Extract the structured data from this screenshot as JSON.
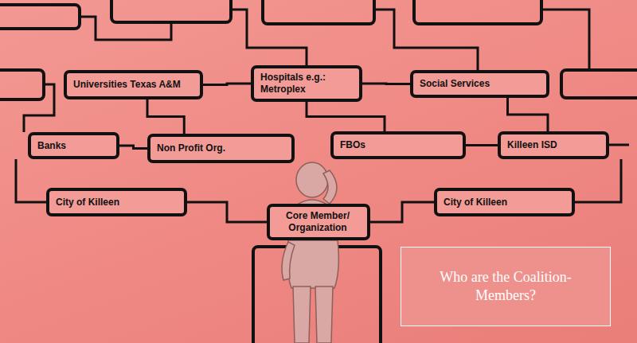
{
  "diagram": {
    "title": "Who are the Coalition-Members?",
    "nodes": [
      {
        "text": [
          "Universities Texas A&M"
        ]
      },
      {
        "text": [
          "Hospitals e.g.: Metroplex"
        ]
      },
      {
        "text": [
          "Social Services"
        ]
      },
      {
        "text": [
          "Banks"
        ]
      },
      {
        "text": [
          "Non Profit Org."
        ]
      },
      {
        "text": [
          "FBOs"
        ]
      },
      {
        "text": [
          "Killeen ISD"
        ]
      },
      {
        "text": [
          "City of Killeen"
        ]
      },
      {
        "text": [
          "Core Member/ Organization"
        ]
      },
      {
        "text": [
          "City of Killeen"
        ]
      }
    ],
    "edges": [
      {
        "from": 0,
        "to": 1,
        "arrow": "none"
      },
      {
        "from": 1,
        "to": 2,
        "arrow": "none"
      },
      {
        "from": 3,
        "to": 4,
        "arrow": "none"
      },
      {
        "from": 5,
        "to": 6,
        "arrow": "none"
      },
      {
        "from": 0,
        "to": 4,
        "arrow": "none"
      },
      {
        "from": 1,
        "to": 5,
        "arrow": "none"
      },
      {
        "from": 2,
        "to": 6,
        "arrow": "none"
      },
      {
        "from": 8,
        "to": 7,
        "arrow": "none"
      },
      {
        "from": 8,
        "to": 9,
        "arrow": "none"
      }
    ]
  }
}
